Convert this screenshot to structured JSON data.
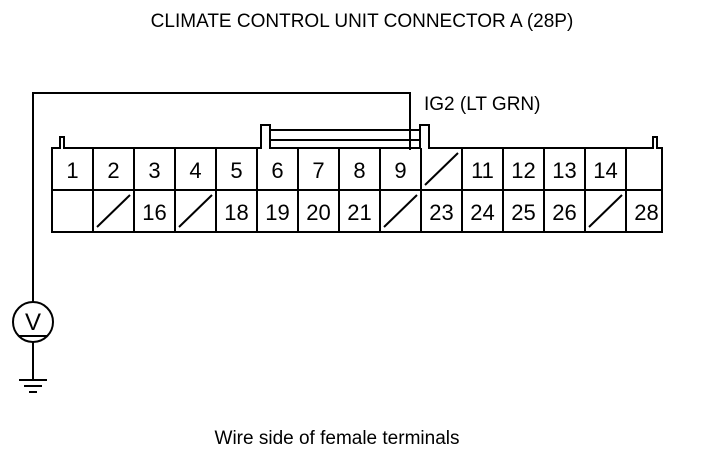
{
  "title": "CLIMATE CONTROL UNIT CONNECTOR A (28P)",
  "wire_label": "IG2 (LT GRN)",
  "caption": "Wire side of female terminals",
  "meter_symbol": "V",
  "meter_icon": "voltmeter-icon",
  "ground_icon": "ground-icon",
  "probed_terminal": "9",
  "connector": {
    "top_row": [
      "1",
      "2",
      "3",
      "4",
      "5",
      "6",
      "7",
      "8",
      "9",
      "",
      "11",
      "12",
      "13",
      "14",
      ""
    ],
    "bottom_row": [
      "",
      "",
      "16",
      "",
      "18",
      "19",
      "20",
      "21",
      "",
      "23",
      "24",
      "25",
      "26",
      "",
      "28"
    ],
    "unused_top": [
      9
    ],
    "unused_bottom": [
      1,
      3,
      8,
      13
    ]
  },
  "colors": {
    "line": "#000000",
    "background": "#ffffff"
  }
}
